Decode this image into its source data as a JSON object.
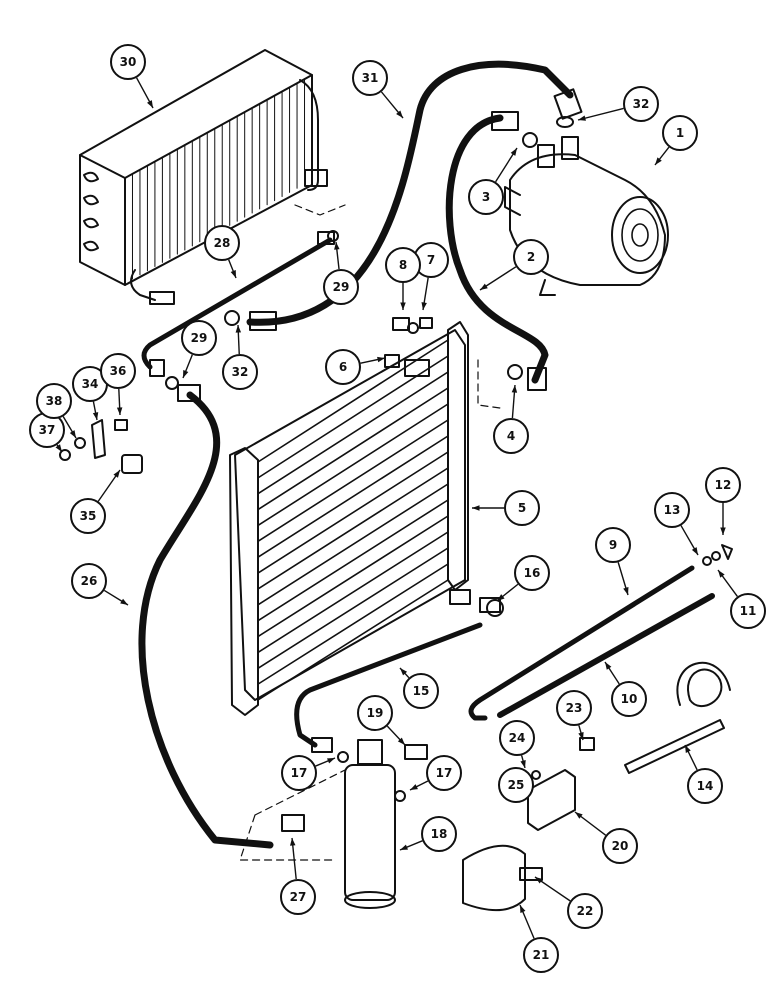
{
  "callouts": [
    {
      "id": "c1",
      "label": "1"
    },
    {
      "id": "c2",
      "label": "2"
    },
    {
      "id": "c3",
      "label": "3"
    },
    {
      "id": "c4",
      "label": "4"
    },
    {
      "id": "c5",
      "label": "5"
    },
    {
      "id": "c6",
      "label": "6"
    },
    {
      "id": "c7",
      "label": "7"
    },
    {
      "id": "c8",
      "label": "8"
    },
    {
      "id": "c9",
      "label": "9"
    },
    {
      "id": "c10",
      "label": "10"
    },
    {
      "id": "c11",
      "label": "11"
    },
    {
      "id": "c12",
      "label": "12"
    },
    {
      "id": "c13",
      "label": "13"
    },
    {
      "id": "c14",
      "label": "14"
    },
    {
      "id": "c15",
      "label": "15"
    },
    {
      "id": "c16",
      "label": "16"
    },
    {
      "id": "c17a",
      "label": "17"
    },
    {
      "id": "c17b",
      "label": "17"
    },
    {
      "id": "c18",
      "label": "18"
    },
    {
      "id": "c19",
      "label": "19"
    },
    {
      "id": "c20",
      "label": "20"
    },
    {
      "id": "c21",
      "label": "21"
    },
    {
      "id": "c22",
      "label": "22"
    },
    {
      "id": "c23",
      "label": "23"
    },
    {
      "id": "c24",
      "label": "24"
    },
    {
      "id": "c25",
      "label": "25"
    },
    {
      "id": "c26",
      "label": "26"
    },
    {
      "id": "c27",
      "label": "27"
    },
    {
      "id": "c28",
      "label": "28"
    },
    {
      "id": "c29a",
      "label": "29"
    },
    {
      "id": "c29b",
      "label": "29"
    },
    {
      "id": "c30",
      "label": "30"
    },
    {
      "id": "c31",
      "label": "31"
    },
    {
      "id": "c32a",
      "label": "32"
    },
    {
      "id": "c32b",
      "label": "32"
    },
    {
      "id": "c34",
      "label": "34"
    },
    {
      "id": "c35",
      "label": "35"
    },
    {
      "id": "c36",
      "label": "36"
    },
    {
      "id": "c37",
      "label": "37"
    },
    {
      "id": "c38",
      "label": "38"
    }
  ]
}
